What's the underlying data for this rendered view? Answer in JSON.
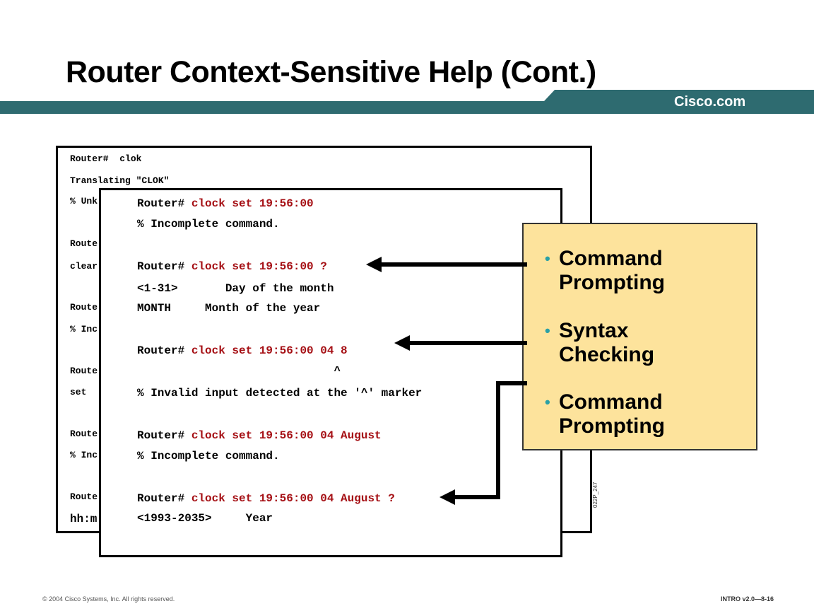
{
  "title": "Router Context-Sensitive Help (Cont.)",
  "brand": "Cisco.com",
  "colors": {
    "band": "#2e6b70",
    "callout_bg": "#fde39c",
    "command_red": "#a50f14",
    "bullet": "#2aa0a6"
  },
  "back_terminal": {
    "lines": [
      "Router#  clok",
      "Translating \"CLOK\"",
      "% Unk",
      "Route",
      "clear",
      "Route",
      "% Inc",
      "Route",
      "set",
      "Route",
      "% Inc",
      "Route",
      "hh:m"
    ]
  },
  "front_terminal": {
    "lines": [
      {
        "prompt": "Router# ",
        "cmd": "clock set 19:56:00",
        "text": ""
      },
      {
        "prompt": "",
        "cmd": "",
        "text": "% Incomplete command."
      },
      {
        "prompt": "Router# ",
        "cmd": "clock set 19:56:00 ?",
        "text": ""
      },
      {
        "prompt": "",
        "cmd": "",
        "text": "<1-31>       Day of the month"
      },
      {
        "prompt": "",
        "cmd": "",
        "text": "MONTH     Month of the year"
      },
      {
        "prompt": "Router# ",
        "cmd": "clock set 19:56:00 04 8",
        "text": ""
      },
      {
        "prompt": "",
        "cmd": "",
        "text": "                             ^"
      },
      {
        "prompt": "",
        "cmd": "",
        "text": "% Invalid input detected at the '^' marker"
      },
      {
        "prompt": "Router# ",
        "cmd": "clock set 19:56:00 04 August",
        "text": ""
      },
      {
        "prompt": "",
        "cmd": "",
        "text": "% Incomplete command."
      },
      {
        "prompt": "Router# ",
        "cmd": "clock set 19:56:00 04 August ?",
        "text": ""
      },
      {
        "prompt": "",
        "cmd": "",
        "text": "<1993-2035>     Year"
      }
    ]
  },
  "figure_code": "022P_247",
  "callout": {
    "bullets": [
      "Command Prompting",
      "Syntax Checking",
      "Command Prompting"
    ]
  },
  "footer": {
    "copyright": "© 2004 Cisco Systems, Inc. All rights reserved.",
    "course": "INTRO v2.0—8-16"
  }
}
